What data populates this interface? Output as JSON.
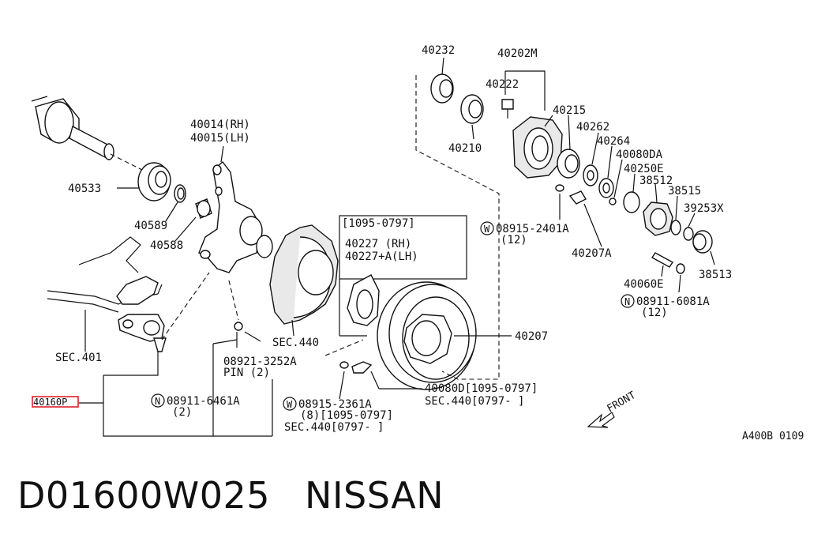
{
  "labels": {
    "p40232": "40232",
    "p40202m": "40202M",
    "p40222": "40222",
    "p40215": "40215",
    "p40262": "40262",
    "p40264": "40264",
    "p40080da": "40080DA",
    "p40250e": "40250E",
    "p38512": "38512",
    "p38515": "38515",
    "p39253x": "39253X",
    "p38513": "38513",
    "p40210": "40210",
    "p40014": "40014(RH)",
    "p40015": "40015(LH)",
    "p40533": "40533",
    "p40589": "40589",
    "p40588": "40588",
    "range1": "[1095-0797]",
    "p40227": "40227  (RH)",
    "p40227a": "40227+A(LH)",
    "w2401": "08915-2401A",
    "w2401q": "(12)",
    "p40207a": "40207A",
    "p40060e": "40060E",
    "n6081": "08911-6081A",
    "n6081q": "(12)",
    "p40207": "40207",
    "sec440a": "SEC.440",
    "sec401": "SEC.401",
    "pin1": "08921-3252A",
    "pin2": "PIN (2)",
    "n6461": "08911-6461A",
    "n6461q": "(2)",
    "w2361": "08915-2361A",
    "w2361q": "(8)[1095-0797]",
    "sec440b": "SEC.440[0797-      ]",
    "p40080d": "40080D[1095-0797]",
    "sec440c": "SEC.440[0797-      ]",
    "p40160": "40160P",
    "front": "FRONT",
    "drawing_ref": "A400B 0109",
    "circ_w": "W",
    "circ_n": "N"
  },
  "footer": {
    "part_number": "D01600W025",
    "brand": "NISSAN"
  },
  "colors": {
    "ink": "#111111",
    "highlight": "#e0202a"
  }
}
